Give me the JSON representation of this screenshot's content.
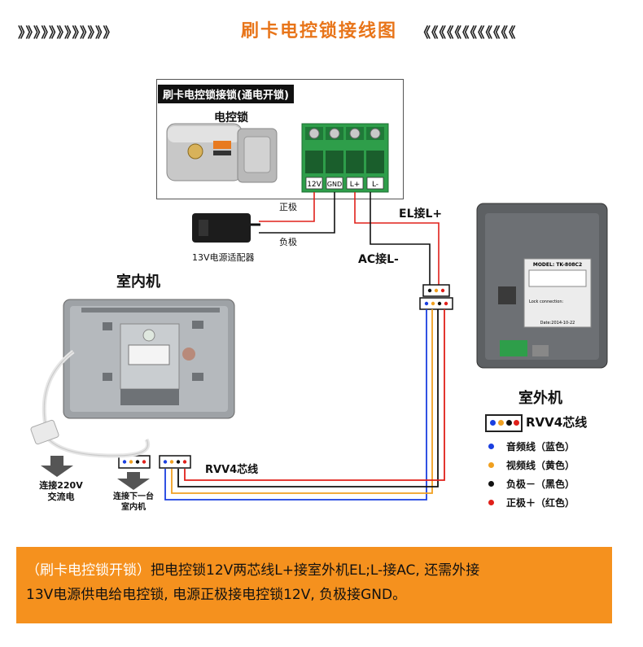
{
  "header": {
    "title": "刷卡电控锁接线图",
    "chevrons_left": "》》》》》》》》》》》》",
    "chevrons_right": "《《《《《《《《《《《《"
  },
  "lock_panel": {
    "header": "刷卡电控锁接锁(通电开锁)",
    "caption": "电控锁",
    "terminals": [
      "12V",
      "GND",
      "L+",
      "L-"
    ]
  },
  "wiring": {
    "positive": "正极",
    "negative": "负极",
    "adapter": "13V电源适配器",
    "el_label": "EL接L+",
    "ac_label": "AC接L-",
    "rvv_label": "RVV4芯线"
  },
  "indoor": {
    "title": "室内机",
    "ac_power": "连接220V\n交流电",
    "next_unit": "连接下一台\n室内机"
  },
  "outdoor": {
    "title": "室外机",
    "model": "MODEL: TK-808C2",
    "date": "Date:2014-10-22",
    "lock_connection": "Lock connection:"
  },
  "legend": {
    "title": "RVV4芯线",
    "items": [
      {
        "label": "音频线（蓝色）",
        "color": "#1a3fe0"
      },
      {
        "label": "视频线（黄色）",
        "color": "#f0a020"
      },
      {
        "label": "负极－（黑色）",
        "color": "#111111"
      },
      {
        "label": "正极＋（红色）",
        "color": "#e0201a"
      }
    ]
  },
  "note": {
    "highlight": "（刷卡电控锁开锁）",
    "line1": "把电控锁12V两芯线L+接室外机EL;L-接AC, 还需外接",
    "line2": "13V电源供电给电控锁, 电源正极接电控锁12V, 负极接GND。"
  }
}
